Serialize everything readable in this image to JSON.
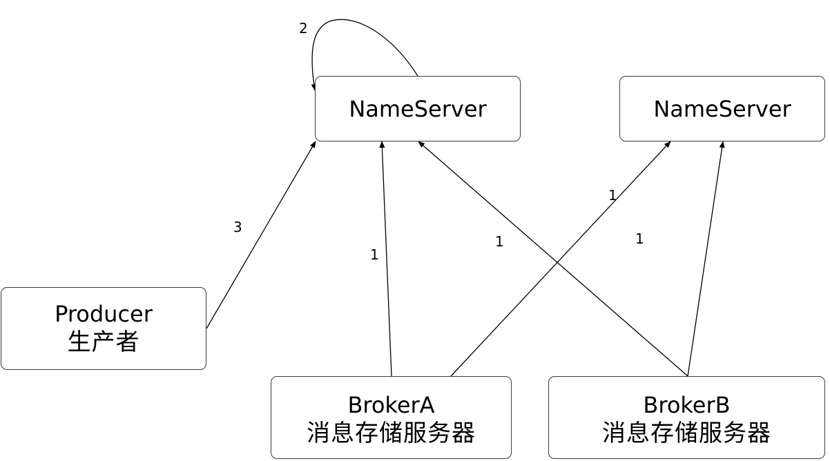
{
  "nodes": {
    "nameserver_1": {
      "label": "NameServer"
    },
    "nameserver_2": {
      "label": "NameServer"
    },
    "producer": {
      "label": "Producer",
      "sublabel": "生产者"
    },
    "broker_a": {
      "label": "BrokerA",
      "sublabel": "消息存储服务器"
    },
    "broker_b": {
      "label": "BrokerB",
      "sublabel": "消息存储服务器"
    }
  },
  "edges": [
    {
      "from": "nameserver_1",
      "to": "nameserver_1",
      "label": "2"
    },
    {
      "from": "producer",
      "to": "nameserver_1",
      "label": "3"
    },
    {
      "from": "broker_a",
      "to": "nameserver_1",
      "label": "1"
    },
    {
      "from": "broker_b",
      "to": "nameserver_1",
      "label": "1"
    },
    {
      "from": "broker_a",
      "to": "nameserver_2",
      "label": "1"
    },
    {
      "from": "broker_b",
      "to": "nameserver_2",
      "label": "1"
    }
  ],
  "colors": {
    "line": "#000000",
    "box_border": "#3a3a3a",
    "background": "#ffffff"
  }
}
